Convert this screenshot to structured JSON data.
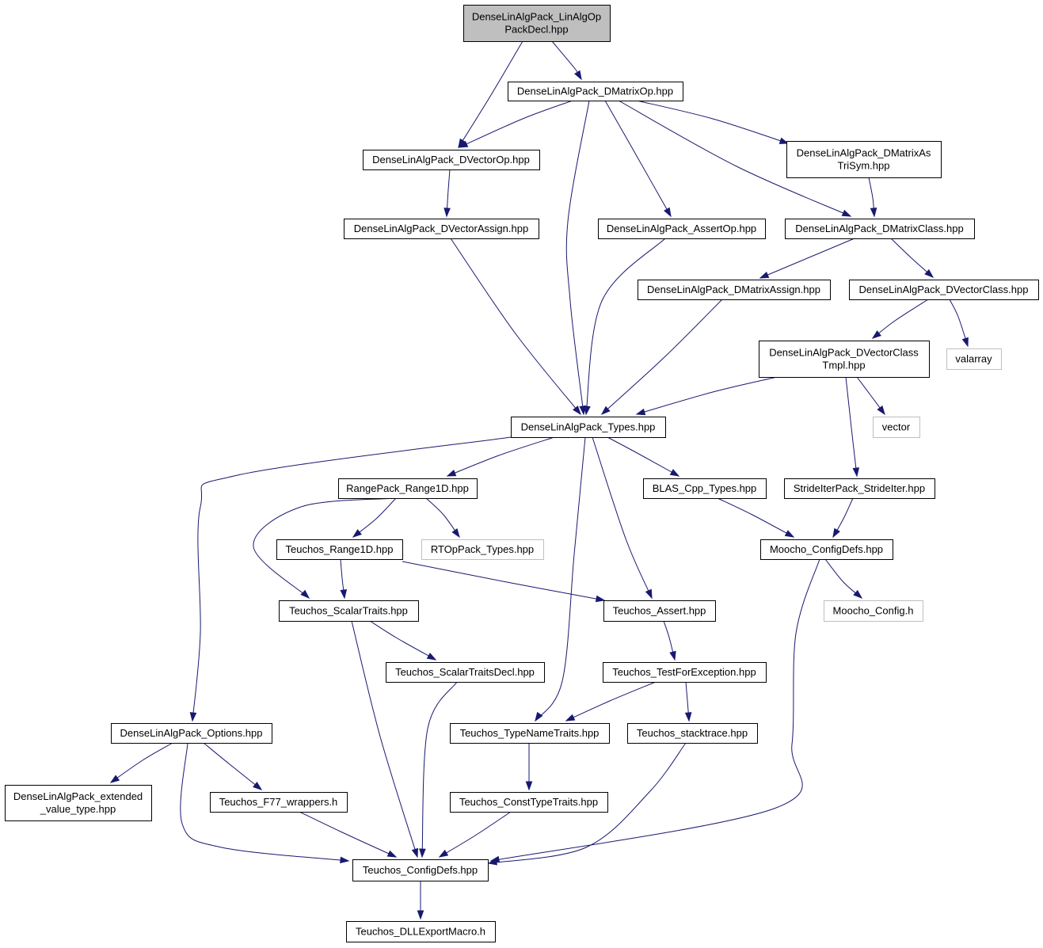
{
  "colors": {
    "edge": "#191970",
    "root_fill": "#bfbfbf",
    "node_border": "#000000",
    "external_border": "#bfbfbf"
  },
  "nodes": [
    {
      "id": "root",
      "lines": [
        "DenseLinAlgPack_LinAlgOp",
        "PackDecl.hpp"
      ],
      "kind": "root"
    },
    {
      "id": "dmatrixop",
      "lines": [
        "DenseLinAlgPack_DMatrixOp.hpp"
      ],
      "kind": "file"
    },
    {
      "id": "dvectorop",
      "lines": [
        "DenseLinAlgPack_DVectorOp.hpp"
      ],
      "kind": "file"
    },
    {
      "id": "dmatrixastrisym",
      "lines": [
        "DenseLinAlgPack_DMatrixAs",
        "TriSym.hpp"
      ],
      "kind": "file"
    },
    {
      "id": "dvectorassign",
      "lines": [
        "DenseLinAlgPack_DVectorAssign.hpp"
      ],
      "kind": "file"
    },
    {
      "id": "assertop",
      "lines": [
        "DenseLinAlgPack_AssertOp.hpp"
      ],
      "kind": "file"
    },
    {
      "id": "dmatrixclass",
      "lines": [
        "DenseLinAlgPack_DMatrixClass.hpp"
      ],
      "kind": "file"
    },
    {
      "id": "dmatrixassign",
      "lines": [
        "DenseLinAlgPack_DMatrixAssign.hpp"
      ],
      "kind": "file"
    },
    {
      "id": "dvectorclass",
      "lines": [
        "DenseLinAlgPack_DVectorClass.hpp"
      ],
      "kind": "file"
    },
    {
      "id": "dvectorclasstmpl",
      "lines": [
        "DenseLinAlgPack_DVectorClass",
        "Tmpl.hpp"
      ],
      "kind": "file"
    },
    {
      "id": "valarray",
      "lines": [
        "valarray"
      ],
      "kind": "external"
    },
    {
      "id": "types",
      "lines": [
        "DenseLinAlgPack_Types.hpp"
      ],
      "kind": "file"
    },
    {
      "id": "vector",
      "lines": [
        "vector"
      ],
      "kind": "external"
    },
    {
      "id": "range1d",
      "lines": [
        "RangePack_Range1D.hpp"
      ],
      "kind": "file"
    },
    {
      "id": "blascpp",
      "lines": [
        "BLAS_Cpp_Types.hpp"
      ],
      "kind": "file"
    },
    {
      "id": "strideiter",
      "lines": [
        "StrideIterPack_StrideIter.hpp"
      ],
      "kind": "file"
    },
    {
      "id": "trange1d",
      "lines": [
        "Teuchos_Range1D.hpp"
      ],
      "kind": "file"
    },
    {
      "id": "rtoptypes",
      "lines": [
        "RTOpPack_Types.hpp"
      ],
      "kind": "external"
    },
    {
      "id": "moochoconfigdefs",
      "lines": [
        "Moocho_ConfigDefs.hpp"
      ],
      "kind": "file"
    },
    {
      "id": "scalartraits",
      "lines": [
        "Teuchos_ScalarTraits.hpp"
      ],
      "kind": "file"
    },
    {
      "id": "tassert",
      "lines": [
        "Teuchos_Assert.hpp"
      ],
      "kind": "file"
    },
    {
      "id": "moochoconfig",
      "lines": [
        "Moocho_Config.h"
      ],
      "kind": "external"
    },
    {
      "id": "scalartraitsdecl",
      "lines": [
        "Teuchos_ScalarTraitsDecl.hpp"
      ],
      "kind": "file"
    },
    {
      "id": "testforexception",
      "lines": [
        "Teuchos_TestForException.hpp"
      ],
      "kind": "file"
    },
    {
      "id": "options",
      "lines": [
        "DenseLinAlgPack_Options.hpp"
      ],
      "kind": "file"
    },
    {
      "id": "typenametraits",
      "lines": [
        "Teuchos_TypeNameTraits.hpp"
      ],
      "kind": "file"
    },
    {
      "id": "stacktrace",
      "lines": [
        "Teuchos_stacktrace.hpp"
      ],
      "kind": "file"
    },
    {
      "id": "extendedvaluetype",
      "lines": [
        "DenseLinAlgPack_extended",
        "_value_type.hpp"
      ],
      "kind": "file"
    },
    {
      "id": "f77wrappers",
      "lines": [
        "Teuchos_F77_wrappers.h"
      ],
      "kind": "file"
    },
    {
      "id": "consttypetraits",
      "lines": [
        "Teuchos_ConstTypeTraits.hpp"
      ],
      "kind": "file"
    },
    {
      "id": "teuchosconfigdefs",
      "lines": [
        "Teuchos_ConfigDefs.hpp"
      ],
      "kind": "file"
    },
    {
      "id": "dllexport",
      "lines": [
        "Teuchos_DLLExportMacro.h"
      ],
      "kind": "file"
    }
  ],
  "edges": [
    {
      "from": "root",
      "to": "dmatrixop"
    },
    {
      "from": "root",
      "to": "dvectorop"
    },
    {
      "from": "dmatrixop",
      "to": "dvectorop"
    },
    {
      "from": "dmatrixop",
      "to": "types"
    },
    {
      "from": "dmatrixop",
      "to": "assertop"
    },
    {
      "from": "dmatrixop",
      "to": "dmatrixclass"
    },
    {
      "from": "dmatrixop",
      "to": "dmatrixastrisym"
    },
    {
      "from": "dvectorop",
      "to": "dvectorassign"
    },
    {
      "from": "dmatrixastrisym",
      "to": "dmatrixclass"
    },
    {
      "from": "dvectorassign",
      "to": "types"
    },
    {
      "from": "assertop",
      "to": "types"
    },
    {
      "from": "dmatrixclass",
      "to": "dmatrixassign"
    },
    {
      "from": "dmatrixclass",
      "to": "dvectorclass"
    },
    {
      "from": "dmatrixassign",
      "to": "types"
    },
    {
      "from": "dvectorclass",
      "to": "dvectorclasstmpl"
    },
    {
      "from": "dvectorclass",
      "to": "valarray"
    },
    {
      "from": "dvectorclasstmpl",
      "to": "types"
    },
    {
      "from": "dvectorclasstmpl",
      "to": "vector"
    },
    {
      "from": "dvectorclasstmpl",
      "to": "strideiter"
    },
    {
      "from": "types",
      "to": "options"
    },
    {
      "from": "types",
      "to": "range1d"
    },
    {
      "from": "types",
      "to": "typenametraits"
    },
    {
      "from": "types",
      "to": "tassert"
    },
    {
      "from": "types",
      "to": "blascpp"
    },
    {
      "from": "range1d",
      "to": "scalartraits"
    },
    {
      "from": "range1d",
      "to": "trange1d"
    },
    {
      "from": "range1d",
      "to": "rtoptypes"
    },
    {
      "from": "blascpp",
      "to": "moochoconfigdefs"
    },
    {
      "from": "strideiter",
      "to": "moochoconfigdefs"
    },
    {
      "from": "trange1d",
      "to": "scalartraits"
    },
    {
      "from": "trange1d",
      "to": "tassert"
    },
    {
      "from": "moochoconfigdefs",
      "to": "moochoconfig"
    },
    {
      "from": "moochoconfigdefs",
      "to": "teuchosconfigdefs"
    },
    {
      "from": "scalartraits",
      "to": "scalartraitsdecl"
    },
    {
      "from": "scalartraits",
      "to": "teuchosconfigdefs"
    },
    {
      "from": "tassert",
      "to": "testforexception"
    },
    {
      "from": "scalartraitsdecl",
      "to": "teuchosconfigdefs"
    },
    {
      "from": "testforexception",
      "to": "typenametraits"
    },
    {
      "from": "testforexception",
      "to": "stacktrace"
    },
    {
      "from": "options",
      "to": "extendedvaluetype"
    },
    {
      "from": "options",
      "to": "f77wrappers"
    },
    {
      "from": "options",
      "to": "teuchosconfigdefs"
    },
    {
      "from": "typenametraits",
      "to": "consttypetraits"
    },
    {
      "from": "stacktrace",
      "to": "teuchosconfigdefs"
    },
    {
      "from": "f77wrappers",
      "to": "teuchosconfigdefs"
    },
    {
      "from": "consttypetraits",
      "to": "teuchosconfigdefs"
    },
    {
      "from": "teuchosconfigdefs",
      "to": "dllexport"
    }
  ]
}
